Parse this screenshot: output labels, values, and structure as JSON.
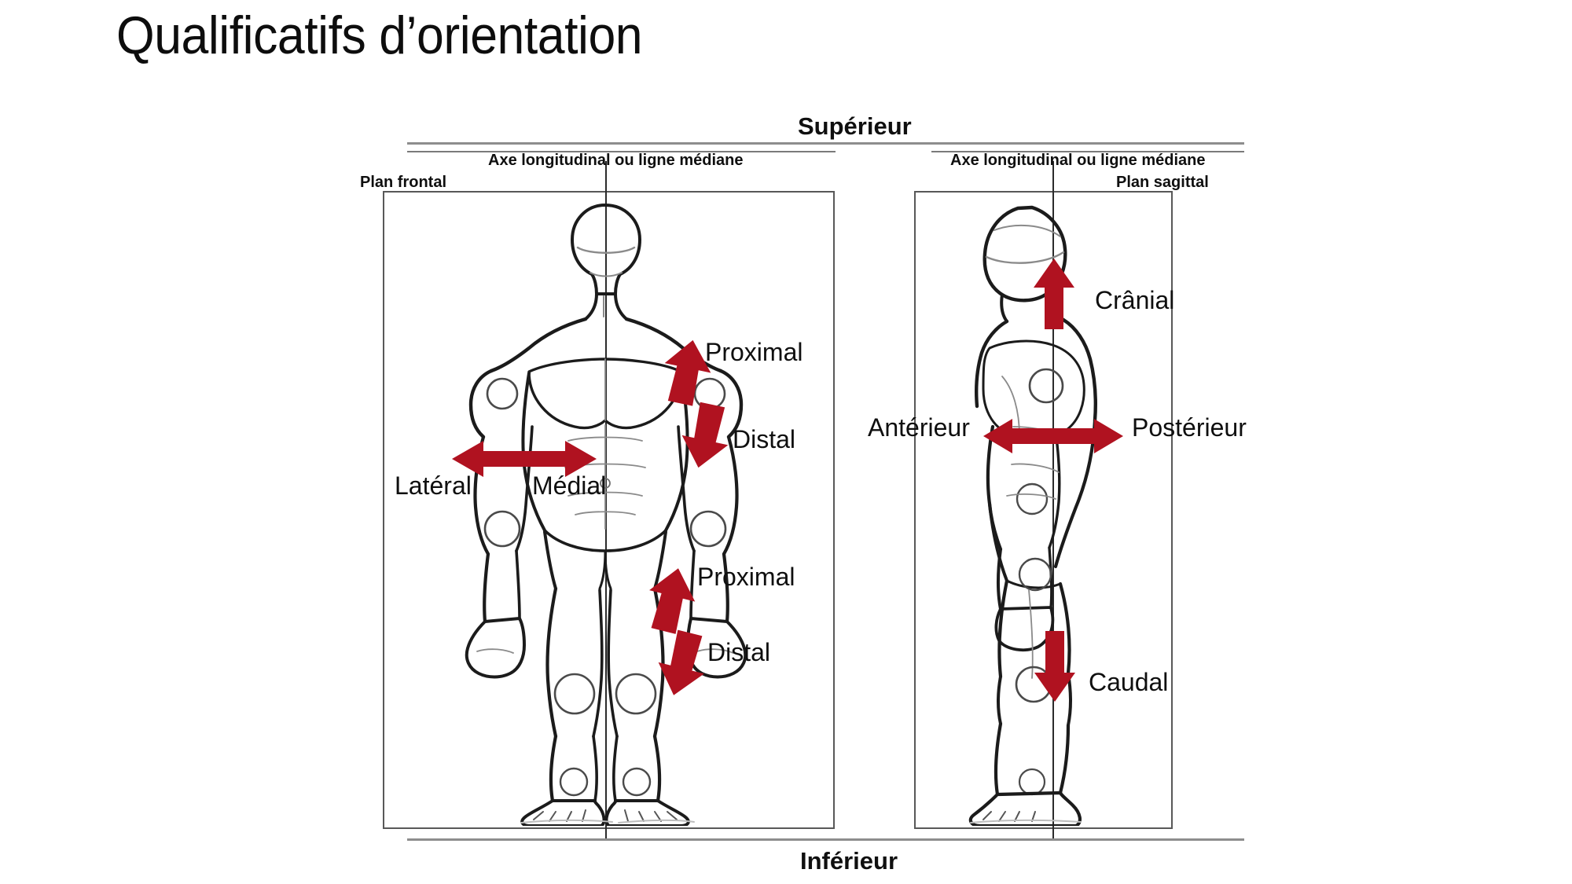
{
  "slide": {
    "title": "Qualificatifs d’orientation"
  },
  "diagram": {
    "global_labels": {
      "superior": "Supérieur",
      "inferior": "Inférieur"
    },
    "panels": [
      {
        "id": "frontal",
        "plane_label": "Plan frontal",
        "axis_label": "Axe longitudinal ou ligne médiane",
        "view": "anterior full-body figure",
        "terms": [
          {
            "label": "Proximal",
            "region": "arm",
            "arrow": "up"
          },
          {
            "label": "Distal",
            "region": "arm",
            "arrow": "down"
          },
          {
            "label": "Latéral",
            "region": "trunk",
            "arrow": "left"
          },
          {
            "label": "Médial",
            "region": "trunk",
            "arrow": "right"
          },
          {
            "label": "Proximal",
            "region": "leg",
            "arrow": "up"
          },
          {
            "label": "Distal",
            "region": "leg",
            "arrow": "down"
          }
        ]
      },
      {
        "id": "sagittal",
        "plane_label": "Plan sagittal",
        "axis_label": "Axe longitudinal ou ligne médiane",
        "view": "lateral full-body figure",
        "terms": [
          {
            "label": "Crânial",
            "region": "head",
            "arrow": "up"
          },
          {
            "label": "Antérieur",
            "region": "trunk",
            "arrow": "left"
          },
          {
            "label": "Postérieur",
            "region": "trunk",
            "arrow": "right"
          },
          {
            "label": "Caudal",
            "region": "leg",
            "arrow": "down"
          }
        ]
      }
    ]
  },
  "colors": {
    "arrow_red": "#B01220",
    "arrow_red_dark": "#8E0C18",
    "sketch_ink": "#1b1b1b",
    "sketch_light": "#8a8a8a",
    "rule_gray": "#8d8d8d",
    "box_gray": "#585858",
    "title_ink": "#0d0d0d",
    "background": "#ffffff"
  }
}
